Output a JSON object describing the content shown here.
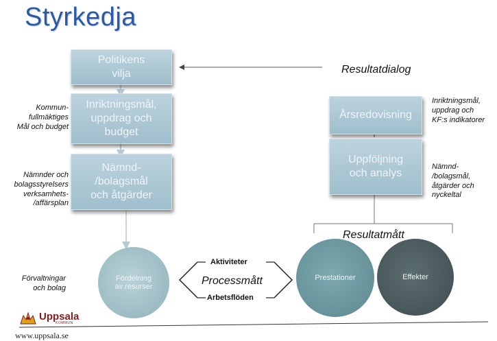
{
  "title": "Styrkedja",
  "left_boxes": [
    {
      "text": "Politikens\nvilja"
    },
    {
      "text": "Inriktningsmål,\nuppdrag och\nbudget"
    },
    {
      "text": "Nämnd-\n/bolagsmål\noch åtgärder"
    }
  ],
  "right_boxes": [
    {
      "text": "Årsredovisning"
    },
    {
      "text": "Uppföljning\noch analys"
    }
  ],
  "left_notes": [
    "Kommun-\nfullmäktiges\nMål och budget",
    "Nämnder och\nbolagsstyrelsers\nverksamhets-\n/affärsplan",
    "Förvaltningar\noch bolag"
  ],
  "right_notes": [
    "Inriktningsmål,\nuppdrag och\nKF:s indikatorer",
    "Nämnd-\n/bolagsmål,\nåtgärder och\nnyckeltal"
  ],
  "resultatdialog": "Resultatdialog",
  "resultatmatt": "Resultatmått",
  "circles": {
    "left": "Fördelning\nav resurser",
    "middle": "Prestationer",
    "right": "Effekter"
  },
  "process": {
    "top": "Aktiviteter",
    "middle": "Processmått",
    "bottom": "Arbetsflöden"
  },
  "logo": {
    "name": "Uppsala",
    "sub": "KOMMUN",
    "url": "www.uppsala.se"
  }
}
